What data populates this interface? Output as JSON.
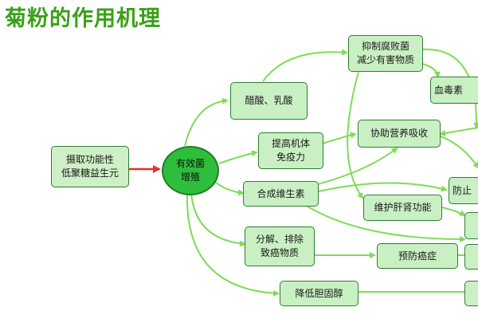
{
  "title": "菊粉的作用机理",
  "colors": {
    "title": "#3aa017",
    "node_fill": "#c9f0c3",
    "node_border": "#2f7d32",
    "center_fill": "#2fbe3c",
    "arrow_green": "#7edc55",
    "arrow_red": "#e53030"
  },
  "nodes": {
    "source": "摄取功能性\n低聚糖益生元",
    "center": "有效菌\n增殖",
    "acid": "醋酸、乳酸",
    "inhibit": "抑制腐败菌\n减少有害物质",
    "serum": "血毒素",
    "immune": "提高机体\n免疫力",
    "absorb": "协助营养吸收",
    "vitamin": "合成维生素",
    "prevent_partial": "防止",
    "liver": "维护肝肾功能",
    "decompose": "分解、排除\n致癌物质",
    "cancer": "预防癌症",
    "cholesterol": "降低胆固醇"
  }
}
